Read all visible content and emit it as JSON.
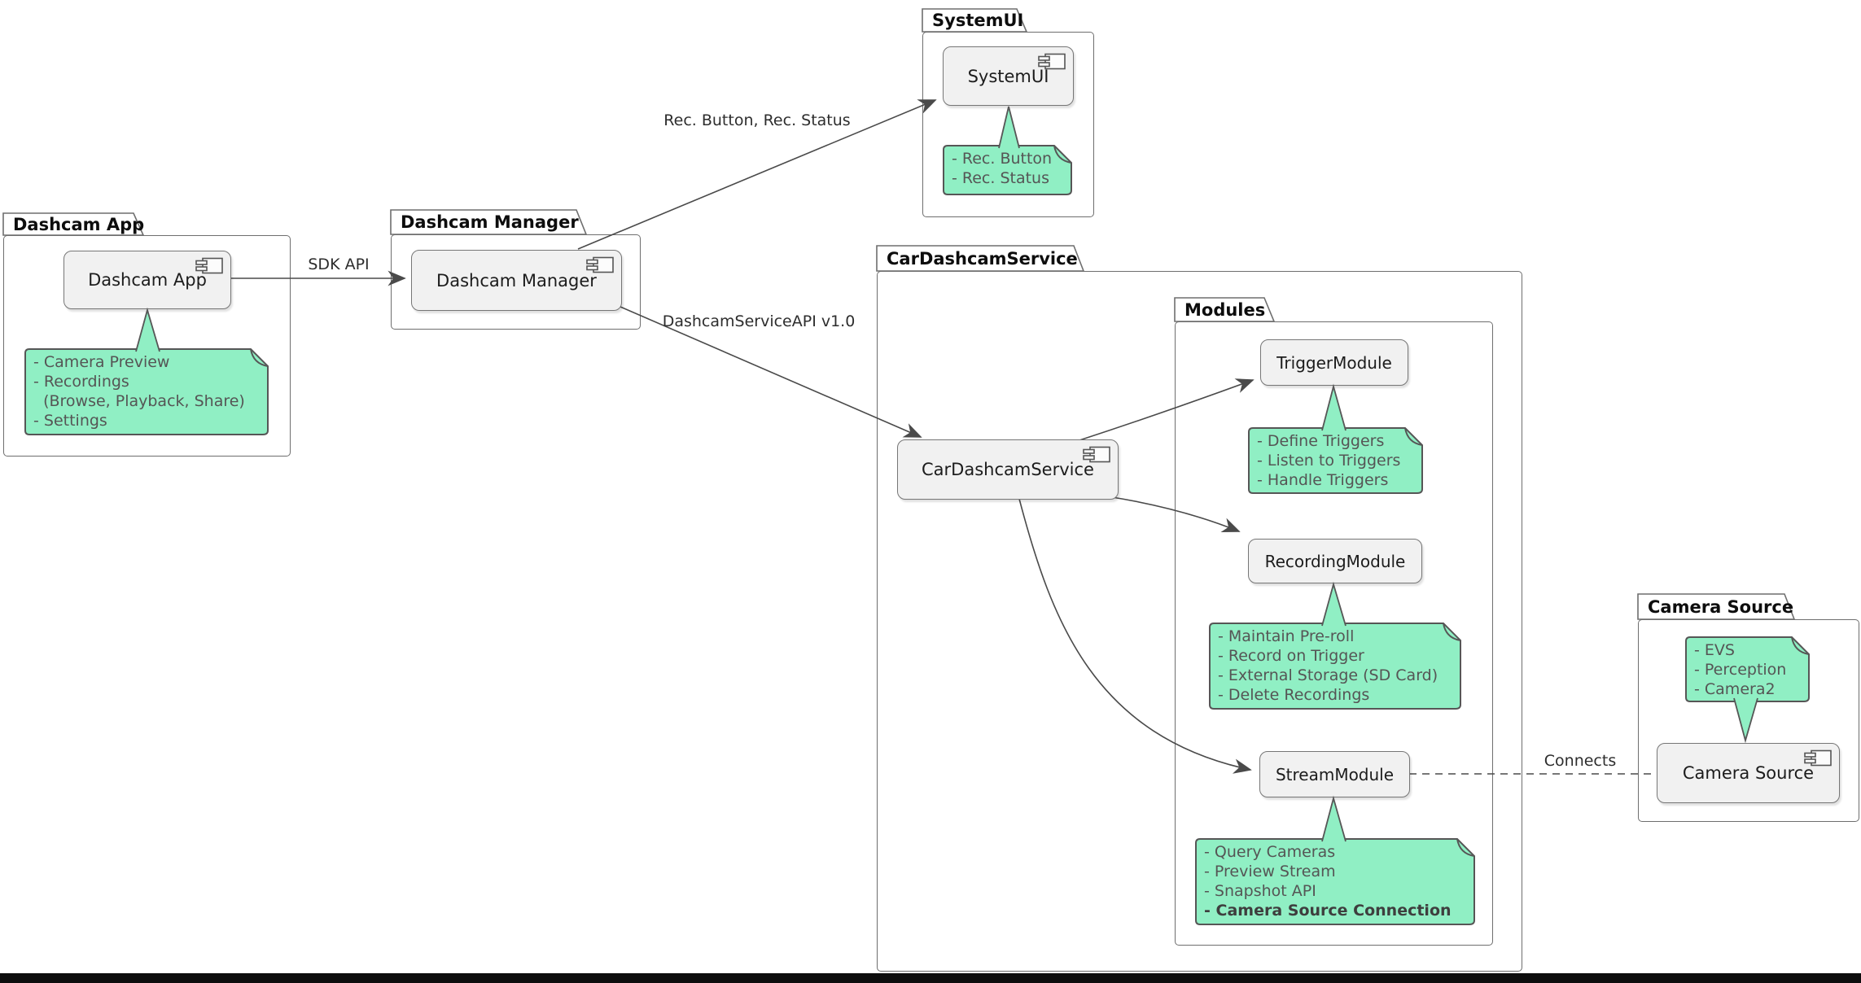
{
  "colors": {
    "background": "#FFFFFF",
    "note_fill": "#90EFC4",
    "note_border": "#565656",
    "note_text": "#555555",
    "component_fill": "#F1F1F1",
    "component_border": "#767676",
    "package_border": "#6E6E6E",
    "edge_color": "#4A4A4A",
    "bottom_bar": "#0D0D0D"
  },
  "icons": {
    "component_icon": "uml-component-icon",
    "note_fold_icon": "note-folded-corner-icon"
  },
  "packages": {
    "dashcam_app": {
      "label": "Dashcam App"
    },
    "dashcam_manager": {
      "label": "Dashcam Manager"
    },
    "systemui": {
      "label": "SystemUI"
    },
    "car_dashcam_service": {
      "label": "CarDashcamService"
    },
    "modules": {
      "label": "Modules"
    },
    "camera_source": {
      "label": "Camera Source"
    }
  },
  "components": {
    "dashcam_app": {
      "label": "Dashcam App"
    },
    "dashcam_manager": {
      "label": "Dashcam Manager"
    },
    "systemui": {
      "label": "SystemUI"
    },
    "car_dashcam_service": {
      "label": "CarDashcamService"
    },
    "trigger_module": {
      "label": "TriggerModule"
    },
    "recording_module": {
      "label": "RecordingModule"
    },
    "stream_module": {
      "label": "StreamModule"
    },
    "camera_source": {
      "label": "Camera Source"
    }
  },
  "notes": {
    "dashcam_app": {
      "lines": [
        "- Camera Preview",
        "- Recordings",
        "  (Browse, Playback, Share)",
        "- Settings"
      ]
    },
    "systemui": {
      "lines": [
        "- Rec. Button",
        "- Rec. Status"
      ]
    },
    "trigger_module": {
      "lines": [
        "- Define Triggers",
        "- Listen to Triggers",
        "- Handle Triggers"
      ]
    },
    "recording_module": {
      "lines": [
        "- Maintain Pre-roll",
        "- Record on Trigger",
        "- External Storage (SD Card)",
        "- Delete Recordings"
      ]
    },
    "stream_module": {
      "lines": [
        "- Query Cameras",
        "- Preview Stream",
        "- Snapshot API",
        "- Camera Source Connection"
      ]
    },
    "camera_source": {
      "lines": [
        "- EVS",
        "- Perception",
        "- Camera2"
      ]
    }
  },
  "edges": {
    "sdk_api": {
      "label": "SDK API"
    },
    "rec_button_status": {
      "label": "Rec. Button, Rec. Status"
    },
    "dashcam_service_api": {
      "label": "DashcamServiceAPI v1.0"
    },
    "connects": {
      "label": "Connects"
    }
  }
}
